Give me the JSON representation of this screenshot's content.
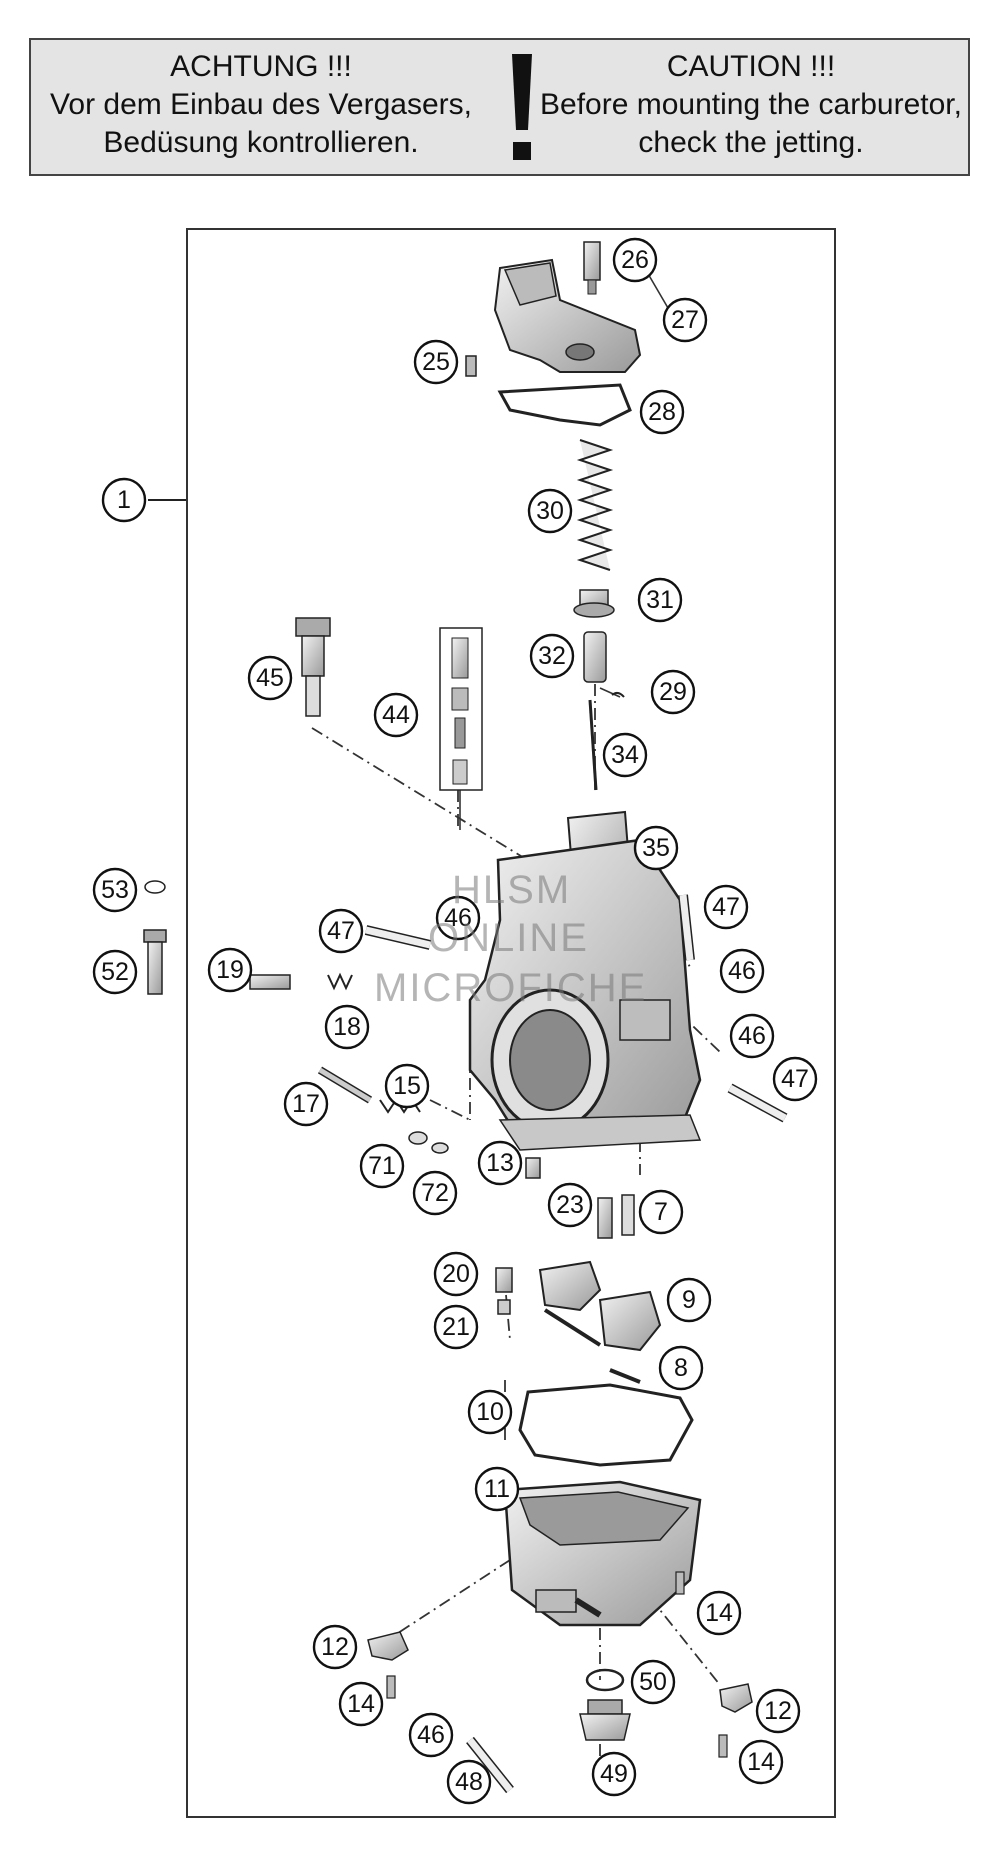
{
  "notice": {
    "de": [
      "ACHTUNG !!!",
      "Vor dem Einbau des Vergasers,",
      "Bedüsung kontrollieren."
    ],
    "en": [
      "CAUTION !!!",
      "Before mounting the carburetor,",
      "check the jetting."
    ]
  },
  "watermark": [
    "HLSM",
    "ONLINE",
    "MICROFICHE"
  ],
  "callouts": {
    "c1": "1",
    "c26": "26",
    "c27": "27",
    "c25": "25",
    "c28": "28",
    "c30": "30",
    "c31": "31",
    "c32": "32",
    "c29": "29",
    "c34": "34",
    "c35": "35",
    "c45": "45",
    "c44": "44",
    "c53": "53",
    "c52": "52",
    "c47a": "47",
    "c46a": "46",
    "c47b": "47",
    "c46b": "46",
    "c19": "19",
    "c18": "18",
    "c46c": "46",
    "c47c": "47",
    "c17": "17",
    "c15": "15",
    "c71": "71",
    "c72": "72",
    "c13": "13",
    "c23": "23",
    "c7": "7",
    "c20": "20",
    "c9": "9",
    "c21": "21",
    "c8": "8",
    "c10": "10",
    "c11": "11",
    "c14a": "14",
    "c12a": "12",
    "c14b": "14",
    "c50": "50",
    "c46d": "46",
    "c12b": "12",
    "c48": "48",
    "c49": "49",
    "c14c": "14"
  },
  "colors": {
    "notice_bg": "#e4e4e4",
    "part_fill": "#cfcfcf",
    "line": "#222222"
  }
}
